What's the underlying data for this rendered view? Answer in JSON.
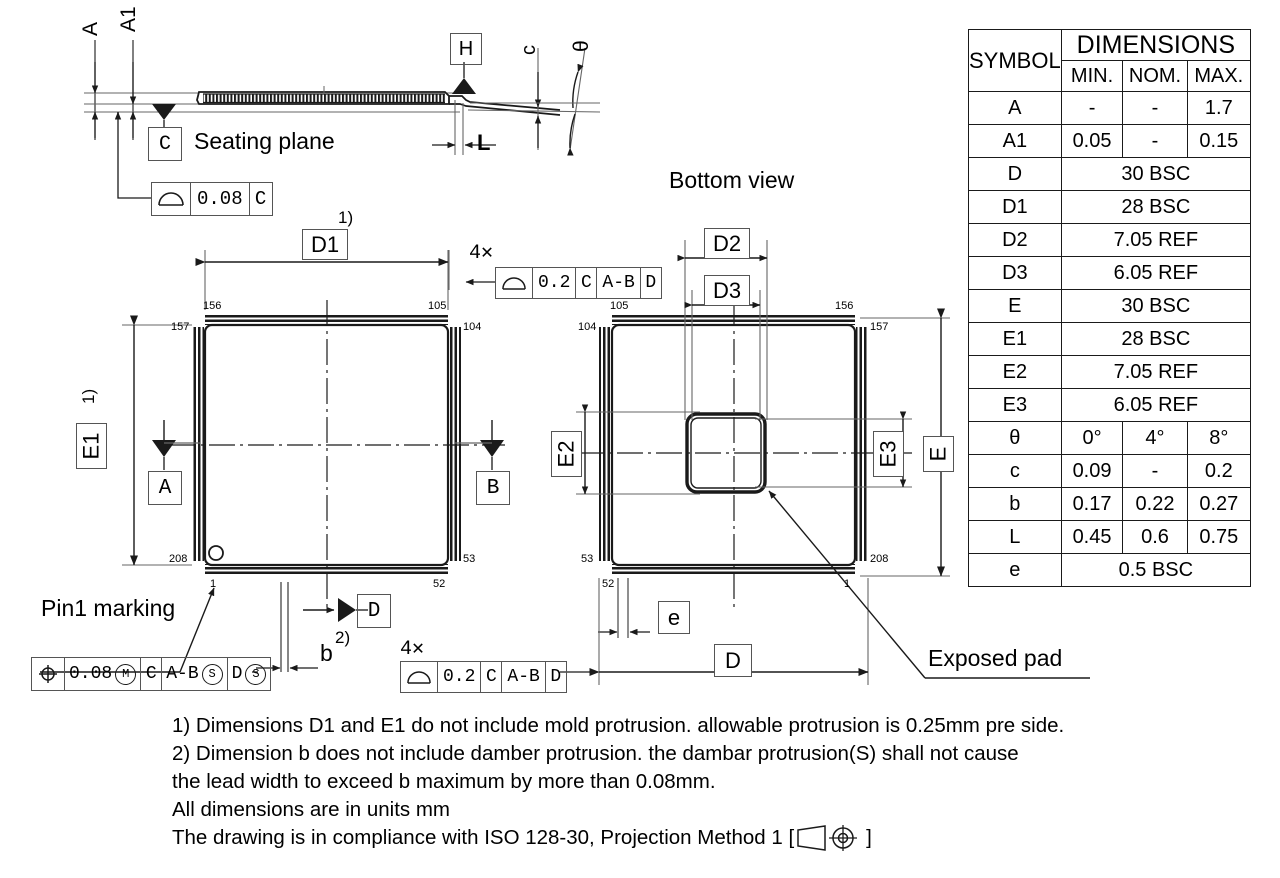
{
  "title_labels": {
    "bottom_view": "Bottom view",
    "seating_plane": "Seating plane",
    "pin1_marking": "Pin1 marking",
    "exposed_pad": "Exposed pad"
  },
  "dim_table": {
    "symbol_header": "SYMBOL",
    "dimensions_header": "DIMENSIONS",
    "sub_headers": [
      "MIN.",
      "NOM.",
      "MAX."
    ],
    "rows": [
      {
        "symbol": "A",
        "span": false,
        "min": "-",
        "nom": "-",
        "max": "1.7"
      },
      {
        "symbol": "A1",
        "span": false,
        "min": "0.05",
        "nom": "-",
        "max": "0.15"
      },
      {
        "symbol": "D",
        "span": true,
        "value": "30 BSC"
      },
      {
        "symbol": "D1",
        "span": true,
        "value": "28 BSC"
      },
      {
        "symbol": "D2",
        "span": true,
        "value": "7.05 REF"
      },
      {
        "symbol": "D3",
        "span": true,
        "value": "6.05 REF"
      },
      {
        "symbol": "E",
        "span": true,
        "value": "30 BSC"
      },
      {
        "symbol": "E1",
        "span": true,
        "value": "28 BSC"
      },
      {
        "symbol": "E2",
        "span": true,
        "value": "7.05 REF"
      },
      {
        "symbol": "E3",
        "span": true,
        "value": "6.05 REF"
      },
      {
        "symbol": "θ",
        "span": false,
        "min": "0°",
        "nom": "4°",
        "max": "8°"
      },
      {
        "symbol": "c",
        "span": false,
        "min": "0.09",
        "nom": "-",
        "max": "0.2"
      },
      {
        "symbol": "b",
        "span": false,
        "min": "0.17",
        "nom": "0.22",
        "max": "0.27"
      },
      {
        "symbol": "L",
        "span": false,
        "min": "0.45",
        "nom": "0.6",
        "max": "0.75"
      },
      {
        "symbol": "e",
        "span": true,
        "value": "0.5 BSC"
      }
    ]
  },
  "side_view": {
    "dim_A": "A",
    "dim_A1": "A1",
    "dim_L": "L",
    "dim_c": "c",
    "dim_theta": "θ",
    "datum_H": "H",
    "datum_C": "C",
    "flatness_value": "0.08",
    "flatness_datum": "C"
  },
  "top_view": {
    "dim_D1": "D1",
    "dim_D1_note": "1)",
    "dim_E1": "E1",
    "dim_E1_note": "1)",
    "datum_A": "A",
    "datum_B": "B",
    "datum_D": "D",
    "dim_b": "b",
    "dim_b_note": "2)",
    "profile_multiplier": "4✕",
    "profile_value": "0.2",
    "profile_datums": [
      "C",
      "A-B",
      "D"
    ]
  },
  "bottom_view": {
    "dim_D2": "D2",
    "dim_D3": "D3",
    "dim_E2": "E2",
    "dim_E3": "E3",
    "dim_E": "E",
    "dim_D": "D",
    "dim_e": "e",
    "profile_multiplier": "4✕",
    "profile_value": "0.2",
    "profile_datums": [
      "C",
      "A-B",
      "D"
    ]
  },
  "position_fcf": {
    "tolerance": "0.08",
    "material_modifier": "M",
    "datum1": "C",
    "datum2": "A-B",
    "datum2_mod": "S",
    "datum3": "D",
    "datum3_mod": "S"
  },
  "pin_numbers": {
    "top_view": {
      "top_left": "156",
      "top_right": "105",
      "upper_left": "157",
      "upper_right": "104",
      "lower_left": "208",
      "lower_right": "53",
      "bottom_left": "1",
      "bottom_right": "52"
    },
    "bottom_view": {
      "top_left": "105",
      "top_right": "156",
      "upper_left": "104",
      "upper_right": "157",
      "lower_left": "53",
      "lower_right": "208",
      "bottom_left": "52",
      "bottom_right": "1"
    }
  },
  "notes": [
    "1) Dimensions D1 and E1 do not include mold protrusion. allowable protrusion is 0.25mm pre side.",
    "2) Dimension b does not include damber protrusion. the dambar protrusion(S) shall not cause",
    "the lead width to exceed b maximum by more than 0.08mm.",
    "All dimensions are in units mm",
    "The drawing is in compliance with ISO 128-30, Projection Method 1 ["
  ],
  "notes_tail": "]",
  "colors": {
    "line": "#1a1a1a",
    "thin": "#555555",
    "background": "#ffffff"
  }
}
